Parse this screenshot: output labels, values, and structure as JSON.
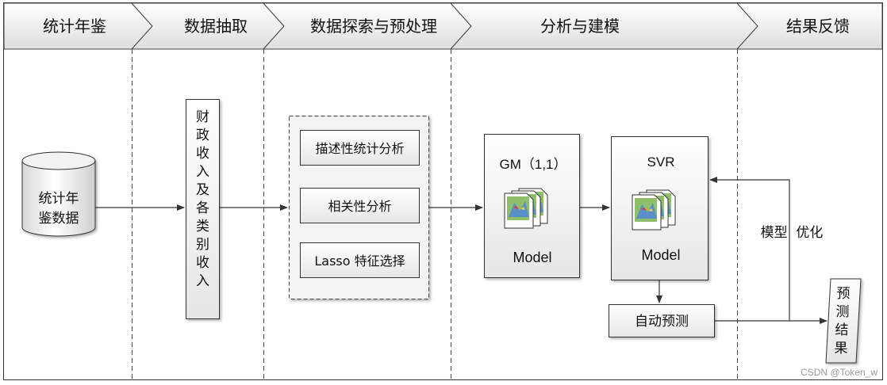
{
  "header": {
    "stages": [
      "统计年鉴",
      "数据抽取",
      "数据探索与预处理",
      "分析与建模",
      "结果反馈"
    ]
  },
  "nodes": {
    "database": [
      "统计年",
      "鉴数据"
    ],
    "extract": [
      "财",
      "政",
      "收",
      "入",
      "及",
      "各",
      "类",
      "别",
      "收",
      "入"
    ],
    "preprocess": [
      "描述性统计分析",
      "相关性分析",
      "Lasso 特征选择"
    ],
    "gm": {
      "title": "GM（1,1）",
      "label": "Model"
    },
    "svr": {
      "title": "SVR",
      "label": "Model"
    },
    "auto_predict": "自动预测",
    "result": [
      "预",
      "测",
      "结",
      "果"
    ],
    "feedback": "模型  优化"
  },
  "watermark": "CSDN @Token_w"
}
